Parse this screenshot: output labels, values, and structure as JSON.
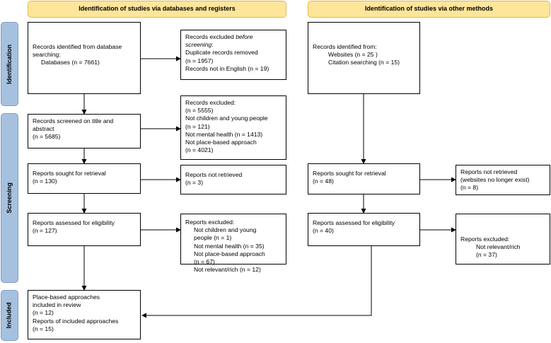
{
  "headers": {
    "databases": "Identification of studies via databases and registers",
    "other": "Identification of studies via other methods"
  },
  "stages": {
    "identification": "Identification",
    "screening": "Screening",
    "included": "Included"
  },
  "boxes": {
    "db_identified": {
      "lines": [
        "Records identified from database",
        "searching:",
        "Databases (n = 7661)"
      ]
    },
    "db_excluded_before": {
      "line1_prefix": "Records excluded ",
      "line1_italic": "before",
      "line2_italic": "screening",
      "line2_suffix": ":",
      "lines": [
        "Duplicate records removed",
        "(n = 1957)",
        "Records not in English (n = 19)"
      ]
    },
    "db_screened": {
      "lines": [
        "Records screened on title and",
        "abstract",
        "(n = 5685)"
      ]
    },
    "db_records_excluded": {
      "lines": [
        "Records excluded:",
        "(n = 5555)",
        "Not children and young people",
        "(n = 121)",
        "Not mental health (n = 1413)",
        "Not place-based approach",
        "(n = 4021)"
      ]
    },
    "db_sought": {
      "lines": [
        "Reports sought for retrieval",
        "(n = 130)"
      ]
    },
    "db_not_retrieved": {
      "lines": [
        "Reports not retrieved",
        "(n = 3)"
      ]
    },
    "db_assessed": {
      "lines": [
        "Reports assessed for eligibility",
        "(n = 127)"
      ]
    },
    "db_reports_excluded": {
      "lines": [
        "Reports excluded:",
        "Not children and young",
        "people (n = 1)",
        "Not mental health (n = 35)",
        "Not place-based approach",
        "(n = 67)",
        "Not relevant/rich (n = 12)"
      ]
    },
    "included": {
      "lines": [
        "Place-based approaches",
        "included in review",
        "(n = 12)",
        "Reports of included approaches",
        "(n = 15)"
      ]
    },
    "other_identified": {
      "lines": [
        "Records identified from:",
        "Websites (n = 25 )",
        "Citation searching (n = 15)"
      ]
    },
    "other_sought": {
      "lines": [
        "Reports sought for retrieval",
        "(n = 48)"
      ]
    },
    "other_not_retrieved": {
      "lines": [
        "Reports not retrieved",
        "(websites no longer exist)",
        "(n = 8)"
      ]
    },
    "other_assessed": {
      "lines": [
        "Reports assessed for eligibility",
        "(n = 40)"
      ]
    },
    "other_excluded": {
      "lines": [
        "Reports excluded:",
        "Not relevant/rich",
        "(n = 37)"
      ]
    }
  }
}
